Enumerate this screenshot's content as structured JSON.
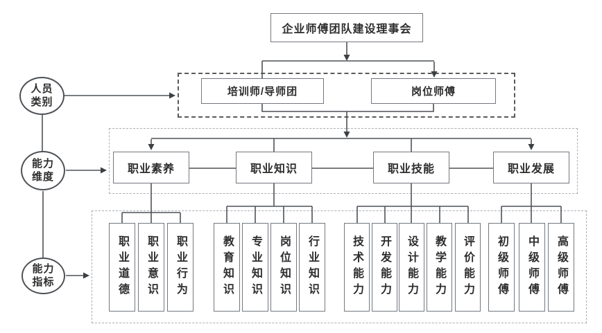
{
  "colors": {
    "line": "#4d5156",
    "box_border": "#72777e",
    "frame_dashed": "#5a5a5a",
    "frame_dotted": "#a9aeb4",
    "text": "#2d2d2d",
    "background": "#ffffff"
  },
  "root_box": {
    "label": "企业师傅团队建设理事会"
  },
  "side_circles": [
    {
      "id": "personnel-category",
      "line1": "人员",
      "line2": "类别"
    },
    {
      "id": "capability-dimension",
      "line1": "能力",
      "line2": "维度"
    },
    {
      "id": "capability-indicator",
      "line1": "能力",
      "line2": "指标"
    }
  ],
  "personnel_row": {
    "items": [
      {
        "label": "培训师/导师团"
      },
      {
        "label": "岗位师傅"
      }
    ]
  },
  "dimension_row": {
    "items": [
      {
        "label": "职业素养"
      },
      {
        "label": "职业知识"
      },
      {
        "label": "职业技能"
      },
      {
        "label": "职业发展"
      }
    ]
  },
  "indicator_groups": [
    {
      "parent": "职业素养",
      "items": [
        {
          "label": "职业道德"
        },
        {
          "label": "职业意识"
        },
        {
          "label": "职业行为"
        }
      ]
    },
    {
      "parent": "职业知识",
      "items": [
        {
          "label": "教育知识"
        },
        {
          "label": "专业知识"
        },
        {
          "label": "岗位知识"
        },
        {
          "label": "行业知识"
        }
      ]
    },
    {
      "parent": "职业技能",
      "items": [
        {
          "label": "技术能力"
        },
        {
          "label": "开发能力"
        },
        {
          "label": "设计能力"
        },
        {
          "label": "教学能力"
        },
        {
          "label": "评价能力"
        }
      ]
    },
    {
      "parent": "职业发展",
      "items": [
        {
          "label": "初级师傅"
        },
        {
          "label": "中级师傅"
        },
        {
          "label": "高级师傅"
        }
      ]
    }
  ]
}
